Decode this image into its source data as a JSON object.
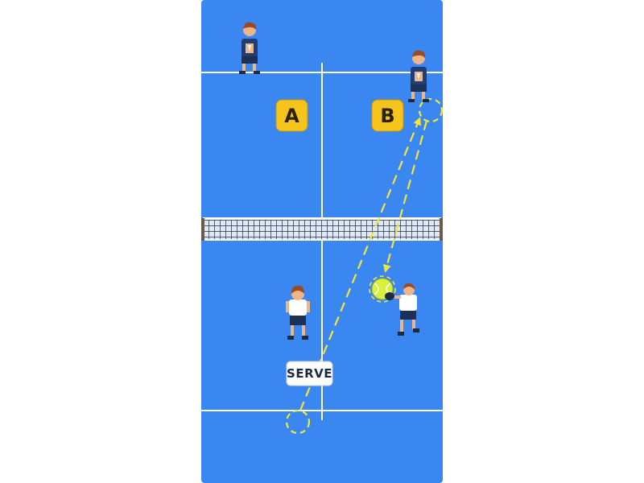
{
  "labels": {
    "zone_a": "A",
    "zone_b": "B",
    "serve": "SERVE"
  },
  "colors": {
    "court": "#3a87f2",
    "lines": "#ffffff",
    "trajectory": "#f3e63a",
    "label_box": "#f5c51c",
    "label_text": "#2a2200",
    "serve_box": "#ffffff",
    "serve_text": "#1e2a44",
    "ball": "#d8f23a",
    "net_post": "#6b5a45",
    "net_mesh": "#1e2a44",
    "opponent_shirt": "#1f3f74",
    "player_shirt": "#ffffff",
    "shorts": "#1d3157",
    "skin": "#f0b48a",
    "hair": "#9b4a24"
  },
  "icons": {
    "ball": "tennis-ball-icon",
    "player": "player-icon",
    "net": "tennis-net-icon"
  }
}
